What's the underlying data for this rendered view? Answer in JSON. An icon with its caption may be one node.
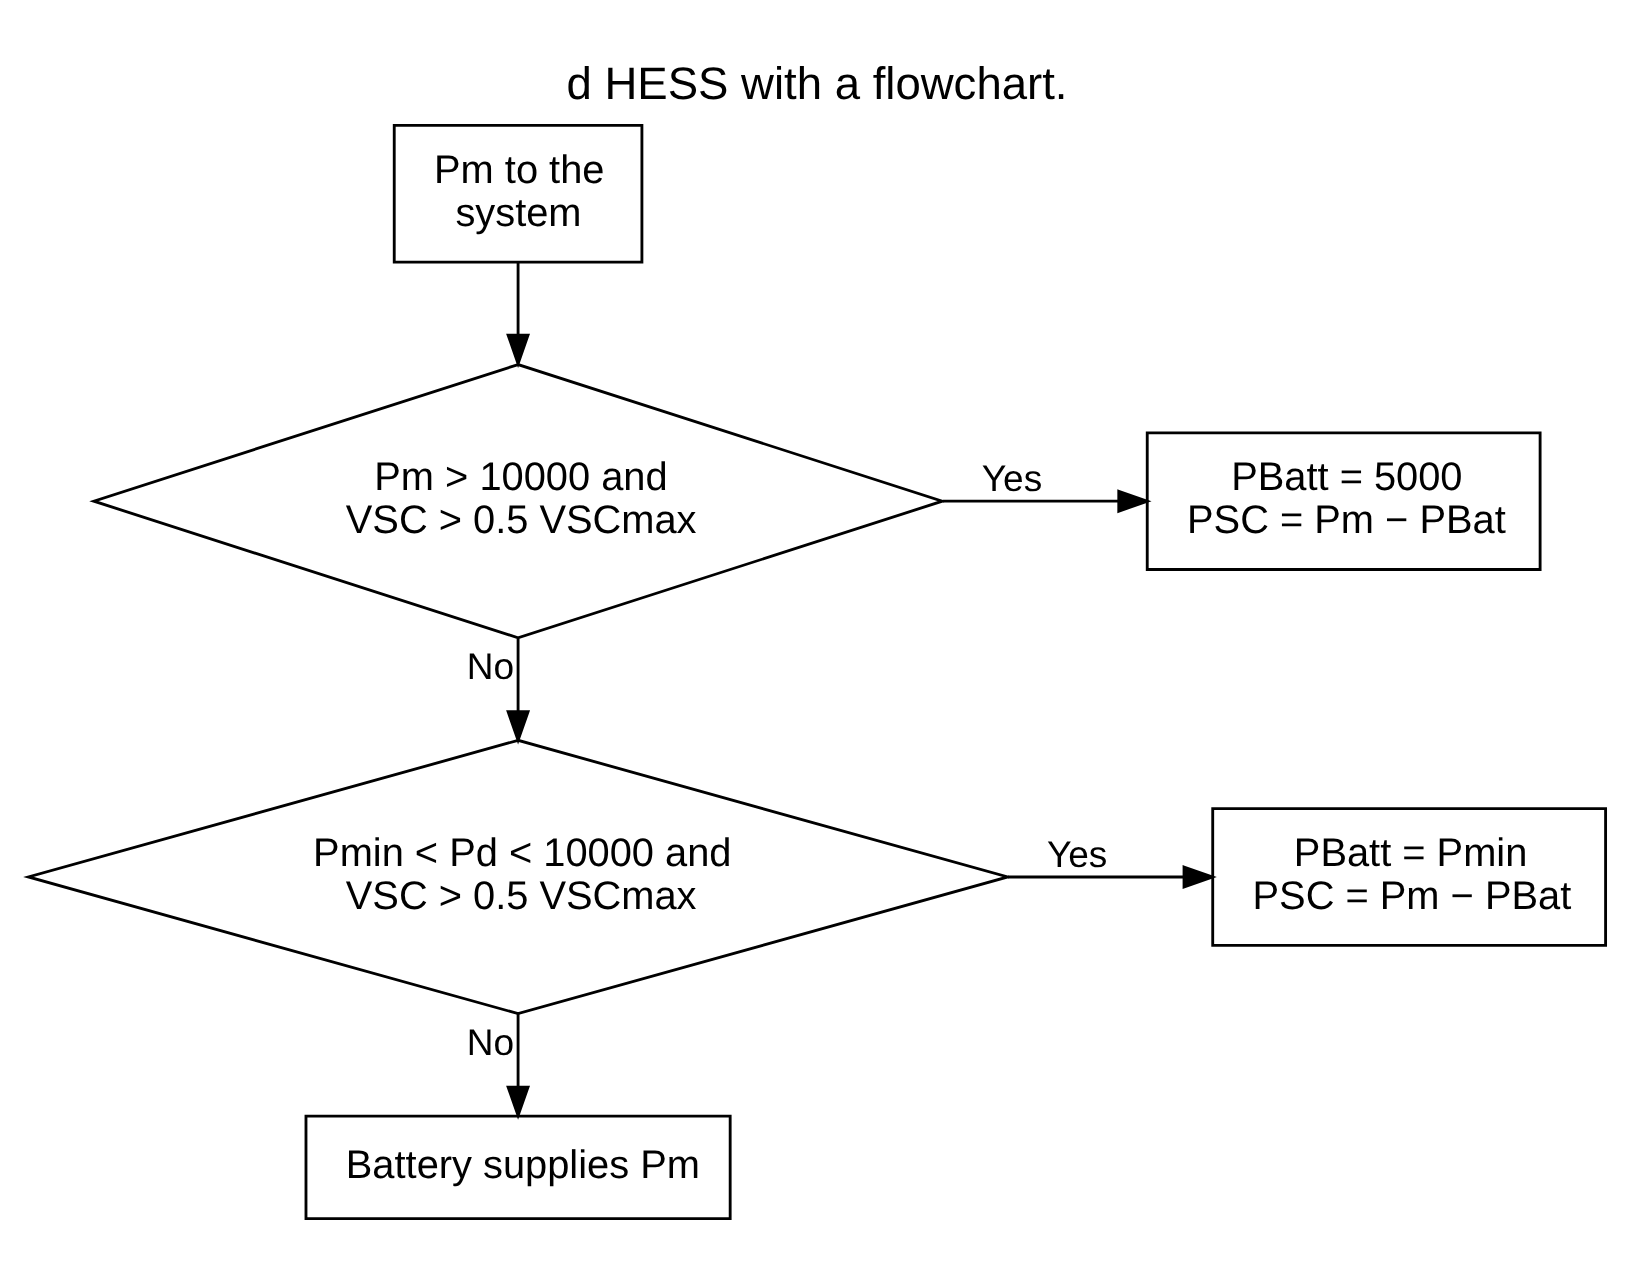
{
  "diagram": {
    "caption": "d HESS with a flowchart.",
    "nodes": [
      {
        "text": [
          "Pm to the system"
        ]
      },
      {
        "text": [
          "Pm > 10000 and VSC > 0.5 VSCmax"
        ]
      },
      {
        "text": [
          "PBatt = 5000 PSC = Pm − PBat"
        ]
      },
      {
        "text": [
          "Pmin < Pd < 10000 and VSC > 0.5 VSCmax"
        ]
      },
      {
        "text": [
          "PBatt = Pmin PSC = Pm − PBat"
        ]
      },
      {
        "text": [
          "Battery supplies Pm"
        ]
      }
    ],
    "edges": [
      {
        "from": 0,
        "to": 1,
        "arrow": "to"
      },
      {
        "from": 1,
        "to": 2,
        "arrow": "to",
        "label": "Yes"
      },
      {
        "from": 1,
        "to": 3,
        "arrow": "to",
        "label": "No"
      },
      {
        "from": 3,
        "to": 4,
        "arrow": "to",
        "label": "Yes"
      },
      {
        "from": 3,
        "to": 5,
        "arrow": "to",
        "label": "No"
      }
    ]
  }
}
